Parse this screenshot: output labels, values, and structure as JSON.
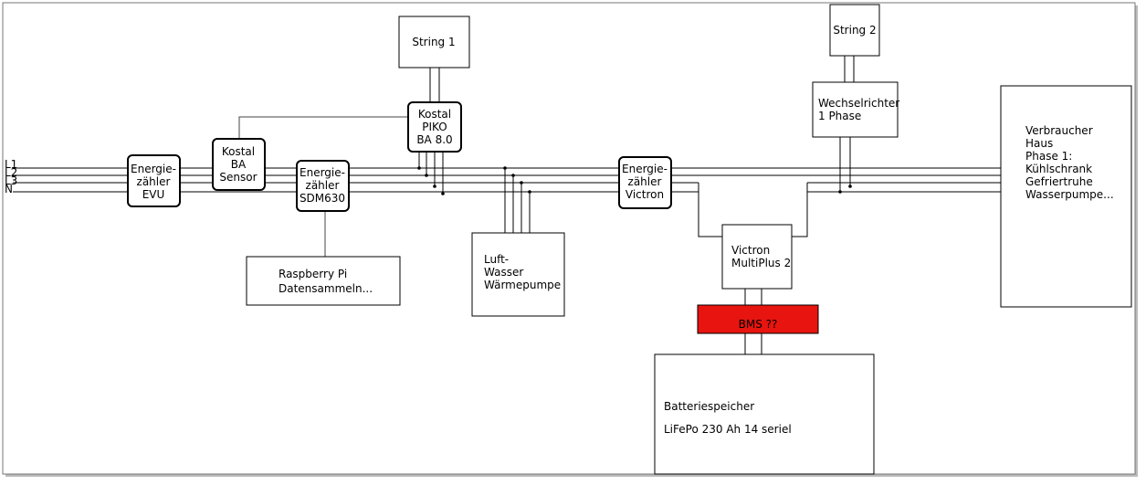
{
  "bus_labels": [
    "L1",
    "L2",
    "L3",
    "N"
  ],
  "components": {
    "meter_evu": [
      "Energie-",
      "zähler",
      "EVU"
    ],
    "kostal_sensor": [
      "Kostal",
      "BA",
      "Sensor"
    ],
    "meter_sdm630": [
      "Energie-",
      "zähler",
      "SDM630"
    ],
    "kostal_piko": [
      "Kostal",
      "PIKO",
      "BA 8.0"
    ],
    "string1": [
      "String 1"
    ],
    "string2": [
      "String 2"
    ],
    "raspberry": [
      "Raspberry Pi",
      "Datensammeln..."
    ],
    "heatpump": [
      "Luft-",
      "Wasser",
      "Wärmepumpe"
    ],
    "meter_victron": [
      "Energie-",
      "zähler",
      "Victron"
    ],
    "inverter_1phase": [
      "Wechselrichter",
      "1 Phase"
    ],
    "victron_multiplus": [
      "Victron",
      "MultiPlus 2"
    ],
    "bms": [
      "BMS ??"
    ],
    "battery": [
      "Batteriespeicher",
      "LiFePo 230 Ah 14 seriel"
    ],
    "consumer": [
      "Verbraucher",
      "Haus",
      "Phase 1:",
      "Kühlschrank",
      "Gefriertruhe",
      "Wasserpumpe..."
    ]
  },
  "colors": {
    "bms_fill": "#e8140f",
    "line": "#000000",
    "frame": "#888888"
  }
}
